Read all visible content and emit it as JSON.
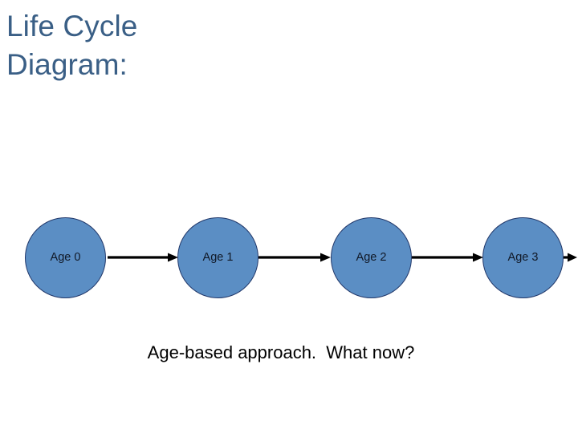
{
  "slide": {
    "background_color": "#ffffff",
    "title": "Life Cycle\nDiagram:",
    "title_color": "#3a5f86",
    "caption": "Age-based approach.  What now?",
    "caption_color": "#000000"
  },
  "diagram": {
    "node_fill_color": "#5b8ec4",
    "node_border_color": "#22386a",
    "arrow_color": "#000000",
    "nodes": [
      {
        "label": "Age 0"
      },
      {
        "label": "Age 1"
      },
      {
        "label": "Age 2"
      },
      {
        "label": "Age 3"
      }
    ],
    "arrows": [
      {
        "name": "arrow-age0-to-age1"
      },
      {
        "name": "arrow-age1-to-age2"
      },
      {
        "name": "arrow-age2-to-age3"
      },
      {
        "name": "arrow-age3-out"
      }
    ]
  }
}
